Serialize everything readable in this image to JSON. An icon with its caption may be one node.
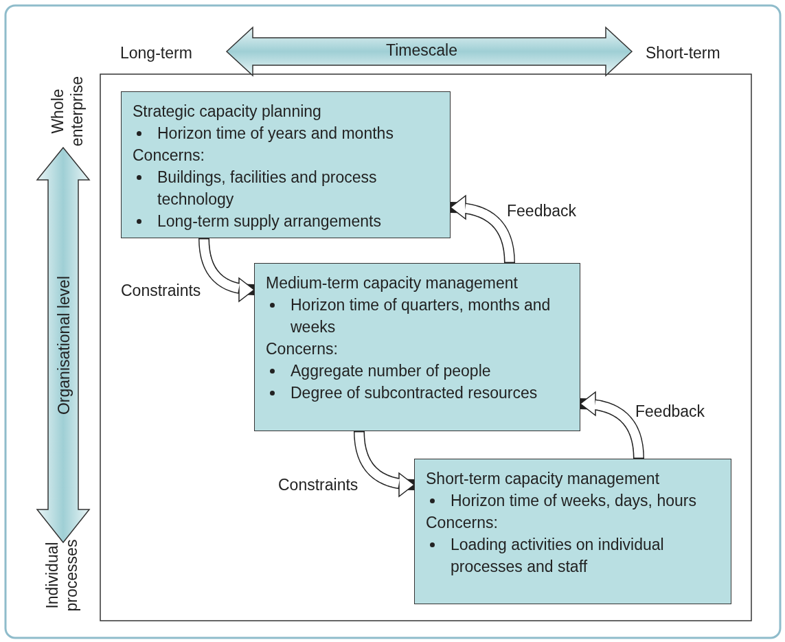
{
  "diagram": {
    "nodes": [
      {
        "text": [
          "Strategic capacity planning",
          "Horizon time of years and months",
          "Concerns:",
          "Buildings, facilities and process technology",
          "Long-term supply arrangements"
        ]
      },
      {
        "text": [
          "Medium-term capacity management",
          "Horizon time of quarters, months and weeks",
          "Concerns:",
          "Aggregate number of people",
          "Degree of subcontracted resources"
        ]
      },
      {
        "text": [
          "Short-term capacity management",
          "Horizon time of weeks, days, hours",
          "Concerns:",
          "Loading activities on individual processes and staff"
        ]
      }
    ],
    "edges": [
      {
        "from": 0,
        "to": 1,
        "arrow": "to",
        "label": "Constraints"
      },
      {
        "from": 1,
        "to": 0,
        "arrow": "to",
        "label": "Feedback"
      },
      {
        "from": 1,
        "to": 2,
        "arrow": "to",
        "label": "Constraints"
      },
      {
        "from": 2,
        "to": 1,
        "arrow": "to",
        "label": "Feedback"
      }
    ],
    "labels": [
      "Long-term",
      "Timescale",
      "Short-term",
      "Whole enterprise",
      "Organisational level",
      "Individual processes"
    ]
  }
}
